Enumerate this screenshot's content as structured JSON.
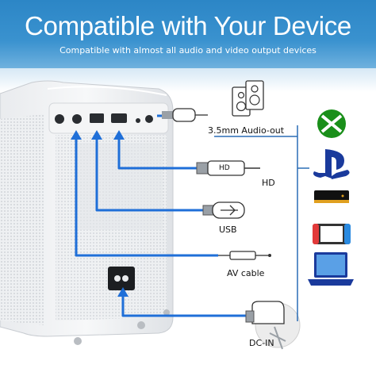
{
  "header": {
    "title": "Compatible with Your Device",
    "subtitle": "Compatible with almost all audio and video output devices"
  },
  "ports": [
    {
      "name": "audio",
      "label": "3.5mm Audio-out"
    },
    {
      "name": "hdmi",
      "label": "HD",
      "plug_text": "HD"
    },
    {
      "name": "usb",
      "label": "USB"
    },
    {
      "name": "av",
      "label": "AV cable"
    },
    {
      "name": "dcin",
      "label": "DC-IN"
    }
  ],
  "devices": [
    {
      "icon": "xbox-icon"
    },
    {
      "icon": "playstation-icon"
    },
    {
      "icon": "tv-box-icon"
    },
    {
      "icon": "game-console-icon"
    },
    {
      "icon": "laptop-icon"
    }
  ],
  "colors": {
    "header_blue": "#2c86c6",
    "cable_blue": "#1f6fd8",
    "xbox_green": "#1a8f1a",
    "playstation_blue": "#1a3a9c"
  }
}
